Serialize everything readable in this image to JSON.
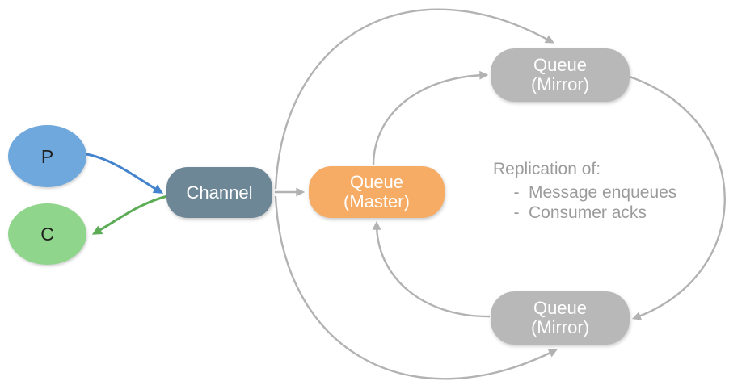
{
  "diagram": {
    "producer": {
      "label": "P"
    },
    "consumer": {
      "label": "C"
    },
    "channel": {
      "label": "Channel"
    },
    "queue_master": {
      "line1": "Queue",
      "line2": "(Master)"
    },
    "queue_mirror_top": {
      "line1": "Queue",
      "line2": "(Mirror)"
    },
    "queue_mirror_bottom": {
      "line1": "Queue",
      "line2": "(Mirror)"
    },
    "annotation": {
      "title": "Replication of:",
      "bullet": "-",
      "items": [
        "Message enqueues",
        "Consumer acks"
      ]
    }
  },
  "colors": {
    "producer_fill": "#6fa8dc",
    "consumer_fill": "#90d58c",
    "channel_fill": "#6e8796",
    "master_fill": "#f6ac65",
    "mirror_fill": "#b8b8b8",
    "node_text": "#ffffff",
    "pc_text": "#1f1f1f",
    "edge_gray": "#b2b2b2",
    "edge_blue": "#4483cd",
    "edge_green": "#5cac55",
    "annotation_text": "#9b9b9b",
    "background": "#ffffff"
  }
}
